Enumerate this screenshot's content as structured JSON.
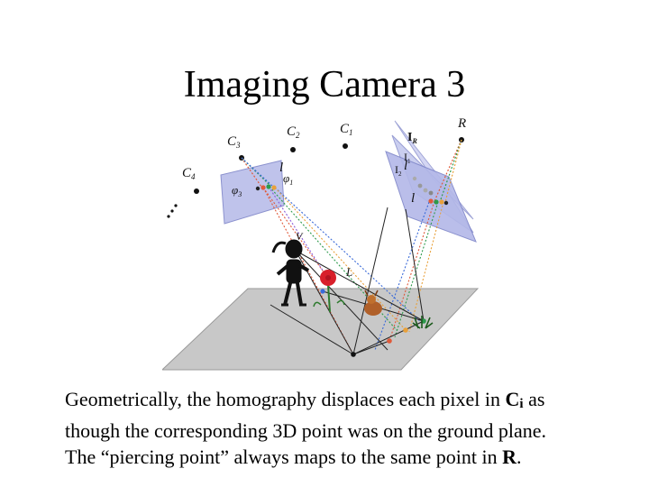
{
  "slide": {
    "title": "Imaging Camera 3"
  },
  "figure": {
    "labels": {
      "c1": "C",
      "c1_sub": "1",
      "c2": "C",
      "c2_sub": "2",
      "c3": "C",
      "c3_sub": "3",
      "c4": "C",
      "c4_sub": "4",
      "r": "R",
      "phi1": "φ",
      "phi1_sub": "1",
      "phi3": "φ",
      "phi3_sub": "3",
      "l_cam": "l",
      "l_right": "l",
      "l_right2": "l",
      "i_r": "I",
      "i_r_sub": "R",
      "i_1": "I",
      "i_1_sub": "1",
      "i_2": "I",
      "i_2_sub": "2",
      "v": "V",
      "big_l": "L"
    }
  },
  "caption": {
    "line1_pre": "Geometrically, the homography displaces each pixel in ",
    "line1_bold": "C",
    "line1_sub": "i",
    "line1_post": " as",
    "line2": "though the corresponding 3D point was on the ground plane.",
    "line3_pre": "The “piercing point” always maps to the same point in ",
    "line3_bold": "R",
    "line3_post": "."
  }
}
